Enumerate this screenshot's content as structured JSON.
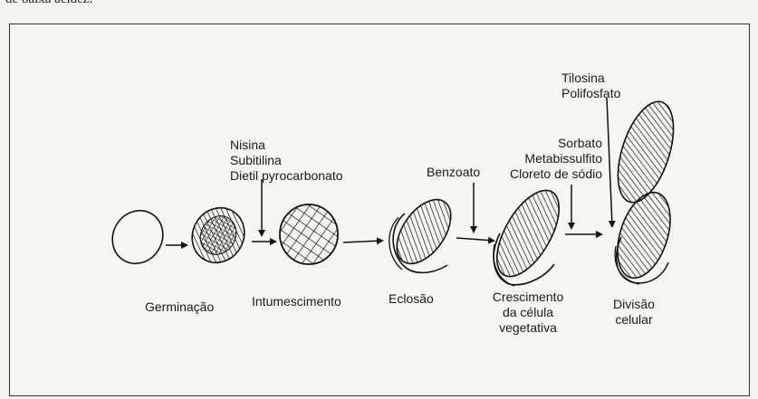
{
  "header_fragment": "de baixa acidez.",
  "diagram": {
    "stages": [
      {
        "label": "Germinação"
      },
      {
        "label": "Intumescimento"
      },
      {
        "label": "Eclosão"
      },
      {
        "label_lines": [
          "Crescimento",
          "da célula",
          "vegetativa"
        ]
      },
      {
        "label_lines": [
          "Divisão",
          "celular"
        ]
      }
    ],
    "inhibitors": {
      "group1": [
        "Nisina",
        "Subitilina",
        "Dietil pyrocarbonato"
      ],
      "group2": [
        "Benzoato"
      ],
      "group3": [
        "Sorbato",
        "Metabissulfito",
        "Cloreto de sódio"
      ],
      "group4": [
        "Tilosina",
        "Polifosfato"
      ]
    }
  }
}
